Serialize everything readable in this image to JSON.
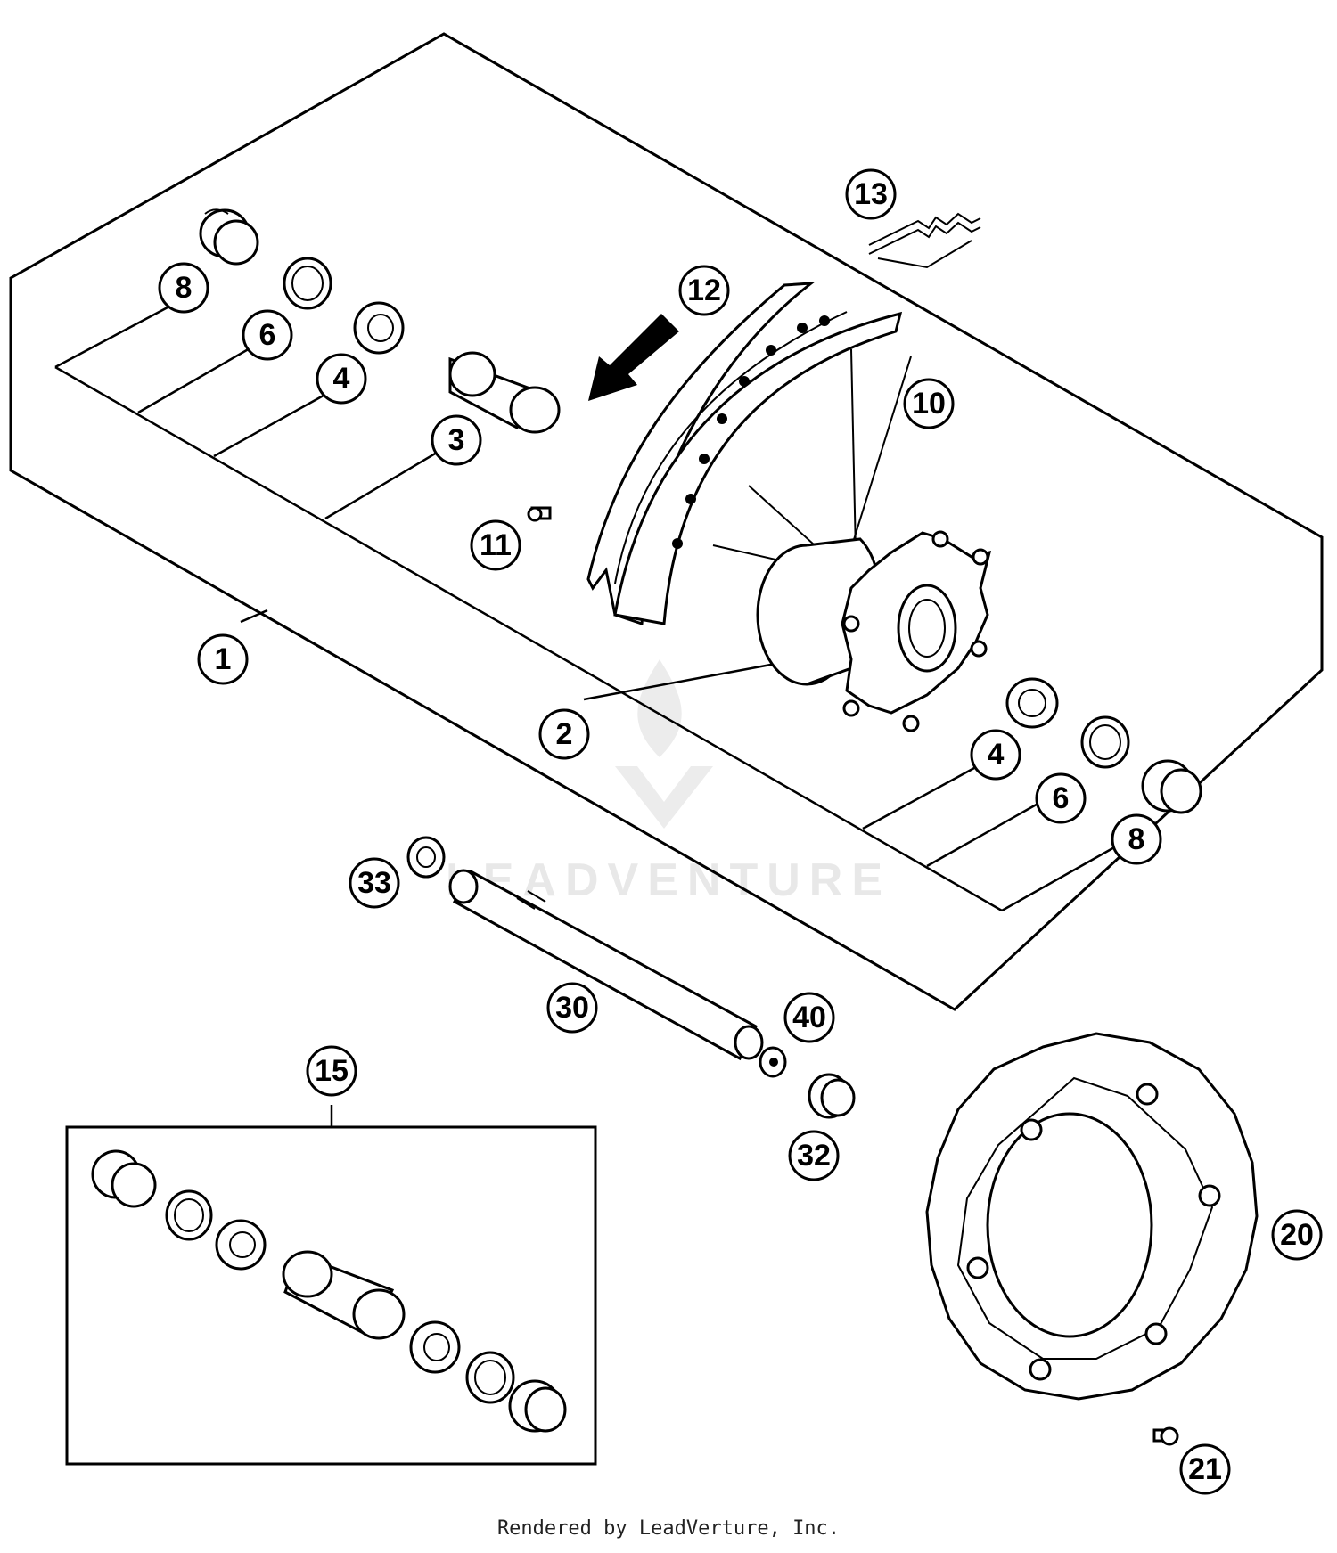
{
  "callouts": {
    "c1": "1",
    "c2": "2",
    "c3": "3",
    "c4a": "4",
    "c4b": "4",
    "c6a": "6",
    "c6b": "6",
    "c8a": "8",
    "c8b": "8",
    "c10": "10",
    "c11": "11",
    "c12": "12",
    "c13": "13",
    "c15": "15",
    "c20": "20",
    "c21": "21",
    "c30": "30",
    "c32": "32",
    "c33": "33",
    "c40": "40"
  },
  "watermark": "LEADVENTURE",
  "footer": "Rendered by LeadVerture, Inc."
}
